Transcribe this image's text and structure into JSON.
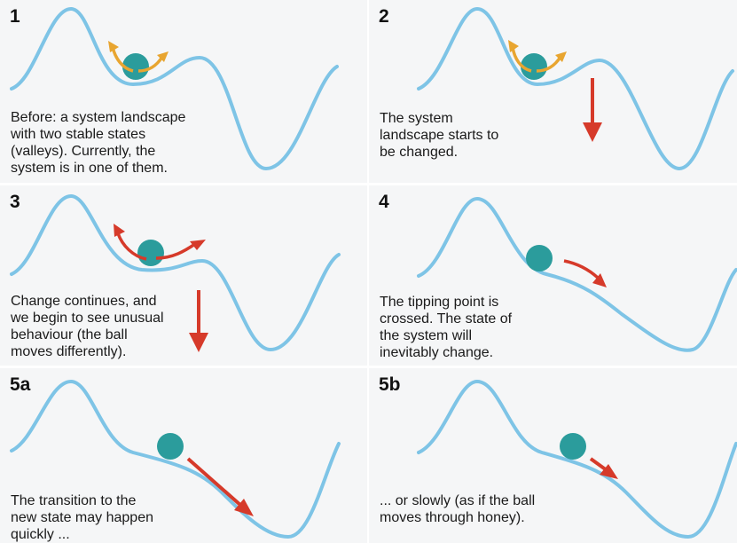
{
  "colors": {
    "landscape": "#7ec4e6",
    "ball": "#2b9c9c",
    "orange_arrow": "#e8a530",
    "red_arrow": "#d63a2a",
    "panel_bg": "#f5f6f7"
  },
  "panels": [
    {
      "label": "1",
      "text": "Before: a system landscape\nwith two stable states\n(valleys). Currently, the\nsystem is in one of them."
    },
    {
      "label": "2",
      "text": "The system\nlandscape starts to\nbe changed."
    },
    {
      "label": "3",
      "text": "Change continues, and\nwe begin to see unusual\nbehaviour (the ball\nmoves differently)."
    },
    {
      "label": "4",
      "text": "The tipping point is\ncrossed. The state of\nthe system will\ninevitably change."
    },
    {
      "label": "5a",
      "text": "The transition to the\nnew state may happen\nquickly ..."
    },
    {
      "label": "5b",
      "text": "... or slowly (as if the ball\nmoves through honey)."
    }
  ]
}
